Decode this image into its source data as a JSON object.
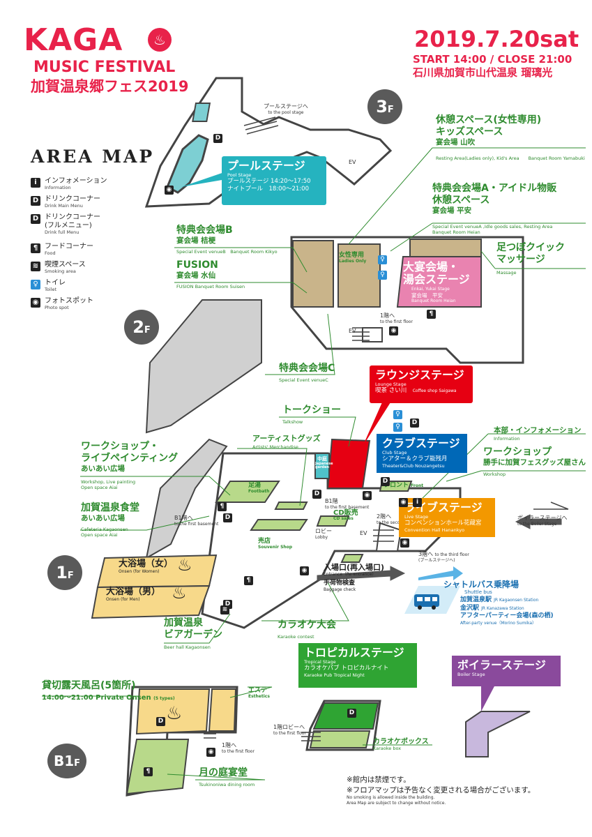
{
  "header": {
    "logo_line1": "KAGA",
    "logo_line2": "MUSIC FESTIVAL",
    "logo_line3": "加賀温泉郷フェス2019",
    "date": "2019.7.20sat",
    "time": "START 14:00 / CLOSE 21:00",
    "venue": "石川県加賀市山代温泉 瑠璃光"
  },
  "legend": {
    "title": "AREA MAP",
    "items": [
      {
        "icon": "info-icon",
        "glyph": "i",
        "label": "インフォメーション",
        "en": "Information"
      },
      {
        "icon": "drink-icon",
        "glyph": "D",
        "label": "ドリンクコーナー",
        "en": "Drink Main Menu"
      },
      {
        "icon": "drink-full-icon",
        "glyph": "D",
        "label": "ドリンクコーナー\n(フルメニュー)",
        "en": "Drink full Menu"
      },
      {
        "icon": "food-icon",
        "glyph": "¶",
        "label": "フードコーナー",
        "en": "Food"
      },
      {
        "icon": "smoking-icon",
        "glyph": "≋",
        "label": "喫煙スペース",
        "en": "Smoking area"
      },
      {
        "icon": "toilet-icon",
        "glyph": "♀",
        "label": "トイレ",
        "en": "Toilet"
      },
      {
        "icon": "camera-icon",
        "glyph": "◉",
        "label": "フォトスポット",
        "en": "Photo spot"
      }
    ]
  },
  "floors": {
    "f3": "3",
    "f2": "2",
    "f1": "1",
    "b1": "B1",
    "suffix": "F"
  },
  "f3": {
    "pool_stage": {
      "title": "プールステージ",
      "en": "Pool Stage",
      "line1": "プールステージ 14:20～17:50",
      "line2": "ナイトプール　18:00～21:00"
    },
    "to_pool": "プールステージへ",
    "to_pool_en": "to the pool stage",
    "ev": "EV",
    "rest_area": {
      "t1": "休憩スペース(女性専用)",
      "t2": "キッズスペース",
      "t3": "宴会場 山吹",
      "en": "Resting Area(Ladies only), Kid's Area",
      "en2": "Banquet Room Yamabuki"
    },
    "special_a": {
      "t1": "特典会会場A・アイドル物販",
      "t2": "休憩スペース",
      "t3": "宴会場 平安",
      "en": "Special Event venueA ,Idle goods sales, Resting Area",
      "en2": "Banquet Room Heian"
    }
  },
  "f2": {
    "special_b": {
      "t1": "特典会会場B",
      "t2": "宴会場 桔梗",
      "en": "Special Event venueB",
      "en2": "Banquet Room Kikyo"
    },
    "fusion": {
      "t1": "FUSION",
      "t2": "宴会場 水仙",
      "en": "FUSION Banquet Room Suisen"
    },
    "ladies": "女性専用",
    "ladies_en": "Ladies Only",
    "main_stage": {
      "title1": "大宴会場・",
      "title2": "湯会ステージ",
      "en": "Enkai, Yukai Stage",
      "jp": "宴会場　平安",
      "en2": "Banquet Room Heian"
    },
    "massage": {
      "t1": "足つぼクイック",
      "t2": "マッサージ",
      "en": "Massage"
    },
    "to_1f": "1階へ",
    "to_1f_en": "to the first floor",
    "ev": "EV",
    "special_c": {
      "t1": "特典会会場C",
      "en": "Special Event venueC"
    }
  },
  "f1": {
    "lounge": {
      "title": "ラウンジステージ",
      "en": "Lounge Stage",
      "jp": "喫茶 さい川",
      "en2": "Coffee shop Saigawa"
    },
    "talk": {
      "t1": "トークショー",
      "en": "Talkshow"
    },
    "artist": {
      "t1": "アーティストグッズ",
      "en": "Artists' Merchandise"
    },
    "workshop_paint": {
      "t1": "ワークショップ・",
      "t2": "ライブペインティング",
      "t3": "あいあい広場",
      "en": "Workshop, Live painting",
      "en2": "Open space Aiai"
    },
    "club": {
      "title": "クラブステージ",
      "en": "Club Stage",
      "jp": "シアター＆クラブ能残月",
      "en2": "Theater&Club Nouzangetsu"
    },
    "info": {
      "t1": "本部・インフォメーション",
      "en": "Information"
    },
    "workshop": {
      "t1": "ワークショップ",
      "t2": "勝手に加賀フェスグッズ屋さん",
      "en": "Workshop"
    },
    "cafeteria": {
      "t1": "加賀温泉食堂",
      "t2": "あいあい広場",
      "en": "Cafeteria Kagaonsen",
      "en2": "Open space Aiai"
    },
    "footbath": "足湯",
    "footbath_en": "Footbath",
    "garden": "中庭",
    "garden_en": "Japanese garden",
    "b1_stairs": "B1階",
    "b1_stairs_en": "to the first basement",
    "b1_left": "B1階へ",
    "b1_left_en": "to the first basement",
    "front": "フロント",
    "front_en": "Front",
    "cd": "CD販売",
    "cd_en": "CD sales",
    "to_2f": "2階へ",
    "to_2f_en": "to the second floor",
    "live": {
      "title": "ライブステージ",
      "en": "Live Stage",
      "jp": "コンベンションホール花蔵宮",
      "en2": "Convention Hall Hanankyo"
    },
    "to_boiler": "ボイラーステージへ",
    "to_boiler_en": "to the Boiler Stage",
    "to_3f": "3階へ",
    "to_3f_en": "to the third floor",
    "to_3f_note": "(プールステージへ)",
    "lobby": "ロビー",
    "lobby_en": "Lobby",
    "ev": "EV",
    "shop": "売店",
    "shop_en": "Souvenir Shop",
    "onsen_w": {
      "t1": "大浴場（女）",
      "en": "Onsen (for Women)"
    },
    "onsen_m": {
      "t1": "大浴場（男）",
      "en": "Onsen (for Men)"
    },
    "entrance": "入場口(再入場口)",
    "entrance_en": "Entrance（Re-entrance）",
    "baggage": "手荷物検査",
    "baggage_en": "Baggage check",
    "bus": {
      "t1": "シャトルバス乗降場",
      "en": "Shuttle bus",
      "l1": "加賀温泉駅",
      "l1e": "JR Kagaonsen Station",
      "l2": "金沢駅",
      "l2e": "JR Kanazawa Station",
      "l3": "アフターパーティー会場(森の栖)",
      "l3e": "After-party venue（Morino Sumika）"
    },
    "beer": {
      "t1": "加賀温泉",
      "t2": "ビアガーデン",
      "en": "Beer hall Kagaonsen"
    },
    "karaoke": {
      "t1": "カラオケ大会",
      "en": "Karaoke contest"
    }
  },
  "b1": {
    "tropical": {
      "title": "トロピカルステージ",
      "en": "Tropical Stage",
      "jp": "カラオケパブ トロピカルナイト",
      "en2": "Karaoke Pub Tropical Night"
    },
    "boiler": {
      "title": "ボイラーステージ",
      "en": "Boiler Stage"
    },
    "private_onsen": {
      "t1": "貸切露天風呂(5箇所)",
      "t2": "14:00～21:00",
      "en": "Private Onsen",
      "en2": "(5 types)"
    },
    "esthe": "エステ",
    "esthe_en": "Esthetics",
    "to_1f": "1階へ",
    "to_1f_en": "to the first floor",
    "lobby_to": "1階ロビーへ",
    "lobby_to_en": "to the first floor",
    "karaoke_box": "カラオケボックス",
    "karaoke_box_en": "Karaoke box",
    "dining": {
      "t1": "月の庭宴堂",
      "en": "Tsukinoniwa dining room"
    }
  },
  "notes": {
    "n1": "※館内は禁煙です。",
    "n2": "※フロアマップは予告なく変更される場合がございます。",
    "n3": "No smoking is allowed inside the building.",
    "n4": "Area Map are subject to change without notice."
  },
  "colors": {
    "brand": "#e8224a",
    "green": "#2e8b2e",
    "pool": "#25b3bf",
    "lounge": "#e60012",
    "club": "#0068b7",
    "live": "#f39800",
    "tropical": "#2fa433",
    "boiler": "#8a4a9c",
    "tan": "#c9b48a",
    "pink": "#e983b0",
    "cream": "#f7d98a",
    "lightgreen": "#b8d98a",
    "lavender": "#c8b8dd"
  }
}
